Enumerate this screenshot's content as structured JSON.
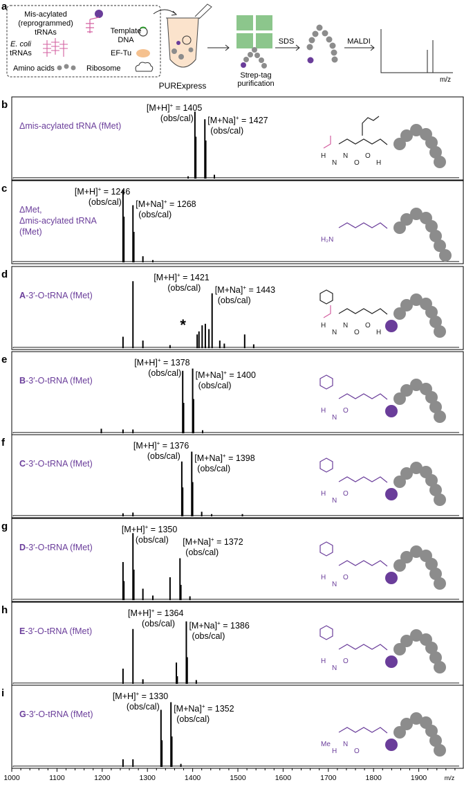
{
  "panel_a": {
    "letter": "a",
    "box_items": {
      "misacylated": [
        "Mis-acylated",
        "(reprogrammed)",
        "tRNAs"
      ],
      "ecoli_italic": "E. coli",
      "ecoli_rest": "tRNAs",
      "amino_acids": "Amino acids",
      "template": [
        "Template",
        "DNA"
      ],
      "eftu": "EF-Tu",
      "ribosome": "Ribosome"
    },
    "purexpress": "PURExpress",
    "strep": [
      "Strep-tag",
      "purification"
    ],
    "sds": "SDS",
    "maldi": "MALDI",
    "mz": "m/z"
  },
  "spectra": [
    {
      "letter": "b",
      "sample": [
        "Δmis-acylated tRNA (fMet)"
      ],
      "sample_bold": "",
      "mh_label": "[M+H]",
      "mh_value": " = 1405",
      "mna_label": "[M+Na]",
      "mna_value": " = 1427",
      "obs": "(obs/cal)",
      "peaks": [
        [
          1405,
          0.88
        ],
        [
          1407,
          0.55
        ],
        [
          1427,
          0.78
        ],
        [
          1429,
          0.5
        ],
        [
          1448,
          0.05
        ],
        [
          1390,
          0.03
        ]
      ],
      "n_gray": 7,
      "n_labeled": [
        "H",
        "N",
        "N",
        "O",
        "O",
        "H"
      ],
      "structure": "fMet"
    },
    {
      "letter": "c",
      "sample": [
        "ΔMet,",
        "Δmis-acylated tRNA",
        "(fMet)"
      ],
      "sample_bold": "",
      "mh_label": "[M+H]",
      "mh_value": " = 1246",
      "mna_label": "[M+Na]",
      "mna_value": " = 1268",
      "obs": "(obs/cal)",
      "peaks": [
        [
          1246,
          0.95
        ],
        [
          1248,
          0.6
        ],
        [
          1268,
          0.75
        ],
        [
          1270,
          0.4
        ],
        [
          1290,
          0.08
        ],
        [
          1312,
          0.03
        ]
      ],
      "n_gray": 8,
      "n_labeled": [
        "H₂N"
      ],
      "structure": "amine"
    },
    {
      "letter": "d",
      "sample": [
        "-3′-O-tRNA (fMet)"
      ],
      "sample_bold": "A",
      "mh_label": "[M+H]",
      "mh_value": " = 1421",
      "mna_label": "[M+Na]",
      "mna_value": " = 1443",
      "obs": "(obs/cal)",
      "star": "*",
      "peaks": [
        [
          1246,
          0.15
        ],
        [
          1268,
          0.88
        ],
        [
          1290,
          0.1
        ],
        [
          1350,
          0.04
        ],
        [
          1410,
          0.18
        ],
        [
          1414,
          0.22
        ],
        [
          1421,
          0.3
        ],
        [
          1428,
          0.32
        ],
        [
          1436,
          0.25
        ],
        [
          1443,
          0.72
        ],
        [
          1460,
          0.1
        ],
        [
          1470,
          0.06
        ],
        [
          1515,
          0.18
        ],
        [
          1535,
          0.05
        ]
      ],
      "n_gray": 7,
      "n_labeled": [
        "H",
        "N",
        "N",
        "O",
        "O",
        "H"
      ],
      "structure": "fPhe"
    },
    {
      "letter": "e",
      "sample": [
        "-3′-O-tRNA (fMet)"
      ],
      "sample_bold": "B",
      "mh_label": "[M+H]",
      "mh_value": " = 1378",
      "mna_label": "[M+Na]",
      "mna_value": " = 1400",
      "obs": "(obs/cal)",
      "peaks": [
        [
          1198,
          0.06
        ],
        [
          1246,
          0.05
        ],
        [
          1268,
          0.05
        ],
        [
          1378,
          0.82
        ],
        [
          1380,
          0.4
        ],
        [
          1400,
          0.85
        ],
        [
          1402,
          0.45
        ],
        [
          1422,
          0.04
        ]
      ],
      "n_gray": 7,
      "n_labeled": [
        "H",
        "N",
        "O"
      ],
      "structure": "B"
    },
    {
      "letter": "f",
      "sample": [
        "-3′-O-tRNA (fMet)"
      ],
      "sample_bold": "C",
      "mh_label": "[M+H]",
      "mh_value": " = 1376",
      "mna_label": "[M+Na]",
      "mna_value": " = 1398",
      "obs": "(obs/cal)",
      "peaks": [
        [
          1246,
          0.04
        ],
        [
          1268,
          0.05
        ],
        [
          1376,
          0.72
        ],
        [
          1378,
          0.38
        ],
        [
          1398,
          0.85
        ],
        [
          1400,
          0.45
        ],
        [
          1420,
          0.06
        ],
        [
          1442,
          0.03
        ],
        [
          1510,
          0.03
        ]
      ],
      "n_gray": 7,
      "n_labeled": [
        "H",
        "N",
        "O"
      ],
      "structure": "C"
    },
    {
      "letter": "g",
      "sample": [
        "-3′-O-tRNA (fMet)"
      ],
      "sample_bold": "D",
      "mh_label": "[M+H]",
      "mh_value": " = 1350",
      "mna_label": "[M+Na]",
      "mna_value": " = 1372",
      "obs": "(obs/cal)",
      "peaks": [
        [
          1246,
          0.5
        ],
        [
          1248,
          0.25
        ],
        [
          1268,
          0.88
        ],
        [
          1270,
          0.4
        ],
        [
          1290,
          0.15
        ],
        [
          1312,
          0.06
        ],
        [
          1350,
          0.3
        ],
        [
          1372,
          0.55
        ],
        [
          1374,
          0.2
        ],
        [
          1394,
          0.05
        ]
      ],
      "n_gray": 7,
      "n_labeled": [
        "H",
        "N",
        "O"
      ],
      "structure": "D"
    },
    {
      "letter": "h",
      "sample": [
        "-3′-O-tRNA (fMet)"
      ],
      "sample_bold": "E",
      "mh_label": "[M+H]",
      "mh_value": " = 1364",
      "mna_label": "[M+Na]",
      "mna_value": " = 1386",
      "obs": "(obs/cal)",
      "peaks": [
        [
          1246,
          0.2
        ],
        [
          1268,
          0.72
        ],
        [
          1290,
          0.06
        ],
        [
          1364,
          0.28
        ],
        [
          1366,
          0.1
        ],
        [
          1386,
          0.82
        ],
        [
          1388,
          0.35
        ],
        [
          1408,
          0.05
        ]
      ],
      "n_gray": 7,
      "n_labeled": [
        "H",
        "N",
        "O"
      ],
      "structure": "E"
    },
    {
      "letter": "i",
      "sample": [
        "-3′-O-tRNA (fMet)"
      ],
      "sample_bold": "G",
      "mh_label": "[M+H]",
      "mh_value": " = 1330",
      "mna_label": "[M+Na]",
      "mna_value": " = 1352",
      "obs": "(obs/cal)",
      "peaks": [
        [
          1246,
          0.1
        ],
        [
          1268,
          0.1
        ],
        [
          1330,
          0.75
        ],
        [
          1332,
          0.35
        ],
        [
          1352,
          0.85
        ],
        [
          1354,
          0.4
        ],
        [
          1374,
          0.04
        ]
      ],
      "n_gray": 7,
      "n_labeled": [
        "Me",
        "H",
        "N",
        "O"
      ],
      "structure": "G"
    }
  ],
  "chart_data": {
    "type": "line",
    "xlabel": "m/z",
    "x_ticks": [
      "1000",
      "1100",
      "1200",
      "1300",
      "1400",
      "1500",
      "1600",
      "1700",
      "1800",
      "1900"
    ],
    "xlim": [
      1000,
      2000
    ],
    "series_panels": [
      "b",
      "c",
      "d",
      "e",
      "f",
      "g",
      "h",
      "i"
    ]
  },
  "colors": {
    "purple": "#6a3d9a",
    "pink": "#d35fa0",
    "gray": "#8c8c8c",
    "green": "#8cc68c",
    "orange": "#f5c18f"
  }
}
